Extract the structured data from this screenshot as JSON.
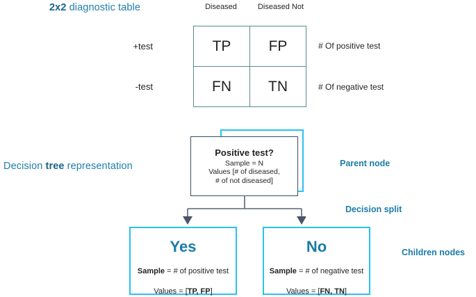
{
  "sections": {
    "table_caption_bold": "2x2",
    "table_caption_rest": " diagnostic table",
    "tree_caption_pre": "Decision ",
    "tree_caption_bold": "tree",
    "tree_caption_post": " representation"
  },
  "diagnostic_table": {
    "column_headers": [
      "Diseased",
      "Diseased Not"
    ],
    "row_labels": [
      "+test",
      "-test"
    ],
    "cells": [
      [
        "TP",
        "FP"
      ],
      [
        "FN",
        "TN"
      ]
    ],
    "row_annotations": [
      "# Of positive test",
      "# Of negative test"
    ]
  },
  "tree": {
    "parent": {
      "title": "Positive test?",
      "line1": "Sample = N",
      "line2": "Values  [# of diseased,",
      "line3": "# of not diseased]"
    },
    "children": [
      {
        "title": "Yes",
        "sample_label": "Sample",
        "sample_value": " = # of positive test",
        "values_label": "Values = [",
        "values_bold": "TP,  FP",
        "values_close": "]"
      },
      {
        "title": "No",
        "sample_label": "Sample",
        "sample_value": " = # of negative test",
        "values_label": "Values = [",
        "values_bold": "FN,  TN",
        "values_close": "]"
      }
    ],
    "annotations": {
      "parent_node": "Parent node",
      "decision_split": "Decision split",
      "children_nodes": "Children nodes"
    }
  },
  "colors": {
    "caption_blue": "#1F7FA8",
    "annotation_blue": "#1C7CA6",
    "table_border": "#5A8A8C",
    "parent_front_border": "#36505E",
    "node_cyan": "#29C2F0",
    "connector_gray": "#5A6475"
  }
}
